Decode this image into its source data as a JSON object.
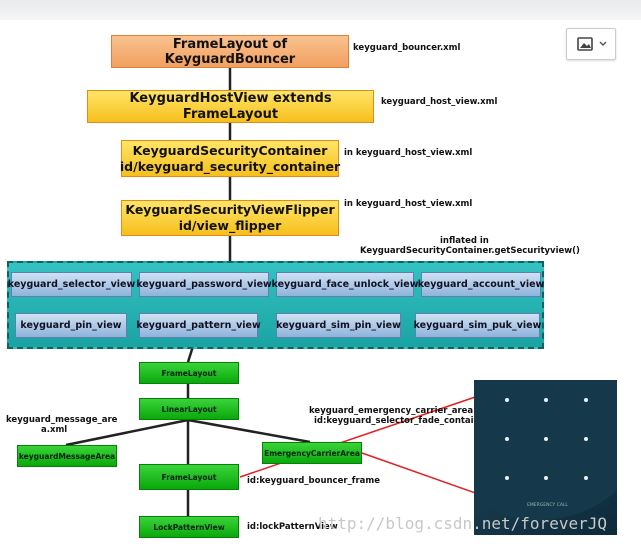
{
  "diagram": {
    "nodes": {
      "frame_layout_bouncer": "FrameLayout of KeyguardBouncer",
      "host_view": "KeyguardHostView extends FrameLayout",
      "security_container_line1": "KeyguardSecurityContainer",
      "security_container_line2": "id/keyguard_security_container",
      "view_flipper_line1": "KeyguardSecurityViewFlipper",
      "view_flipper_line2": "id/view_flipper",
      "security_views_row1": [
        "keyguard_selector_view",
        "keyguard_password_view",
        "keyguard_face_unlock_view",
        "keyguard_account_view"
      ],
      "security_views_row2": [
        "keyguard_pin_view",
        "keyguard_pattern_view",
        "keyguard_sim_pin_view",
        "keyguard_sim_puk_view"
      ],
      "framelayout_top": "FrameLayout",
      "linearlayout": "LinearLayout",
      "message_area": "keyguardMessageArea",
      "emergency_carrier_area": "EmergencyCarrierArea",
      "framelayout_bottom": "FrameLayout",
      "lock_pattern_view": "LockPatternView"
    },
    "notes": {
      "bouncer_xml": "keyguard_bouncer.xml",
      "host_view_xml": "keyguard_host_view.xml",
      "container_xml": "in keyguard_host_view.xml",
      "flipper_xml": "in keyguard_host_view.xml",
      "inflated_line1": "inflated in",
      "inflated_line2": "KeyguardSecurityContainer.getSecurityview()",
      "message_area_xml_line1": "keyguard_message_are",
      "message_area_xml_line2": "a.xml",
      "emergency_xml_line1": "keyguard_emergency_carrier_area.xml",
      "emergency_xml_line2": "id:keyguard_selector_fade_container",
      "bouncer_frame_id": "id:keyguard_bouncer_frame",
      "lock_pattern_id": "id:lockPatternView"
    },
    "phone_preview": {
      "emergency_label": "EMERGENCY CALL"
    }
  },
  "toolbar": {
    "image_button_icon": "image-icon"
  },
  "watermark": "http://blog.csdn.net/foreverJQ"
}
